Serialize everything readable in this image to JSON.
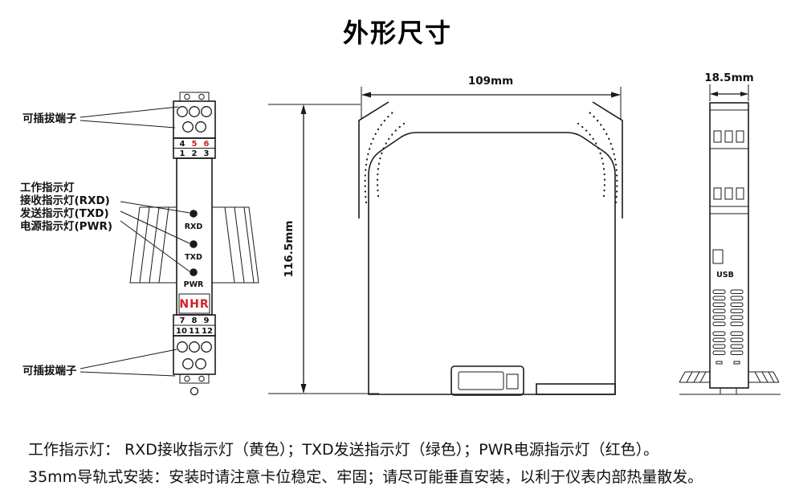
{
  "title": "外形尺寸",
  "front_view": {
    "label_top_terminals": "可插拔端子",
    "label_bottom_terminals": "可插拔端子",
    "indicator_label_lines": [
      "工作指示灯",
      "接收指示灯(RXD)",
      "发送指示灯(TXD)",
      "电源指示灯(PWR)"
    ],
    "terminal_numbers": {
      "top_row1": [
        "4",
        "5",
        "6"
      ],
      "top_row2": [
        "1",
        "2",
        "3"
      ],
      "bottom_row1": [
        "7",
        "8",
        "9"
      ],
      "bottom_row2": [
        "10",
        "11",
        "12"
      ]
    },
    "led_labels": {
      "rxd": "RXD",
      "txd": "TXD",
      "pwr": "PWR"
    },
    "brand": "NHR"
  },
  "side_view": {
    "width_dim": "109mm",
    "height_dim": "116.5mm"
  },
  "end_view": {
    "width_dim": "18.5mm",
    "usb_label": "USB"
  },
  "notes": [
    "工作指示灯： RXD接收指示灯（黄色）；TXD发送指示灯（绿色）；PWR电源指示灯（红色）。",
    "35mm导轨式安装：安装时请注意卡位稳定、牢固；请尽可能垂直安装，以利于仪表内部热量散发。"
  ],
  "colors": {
    "line": "#1a1a1a",
    "accent_red": "#cc2222",
    "brand_red": "#d01f26"
  }
}
